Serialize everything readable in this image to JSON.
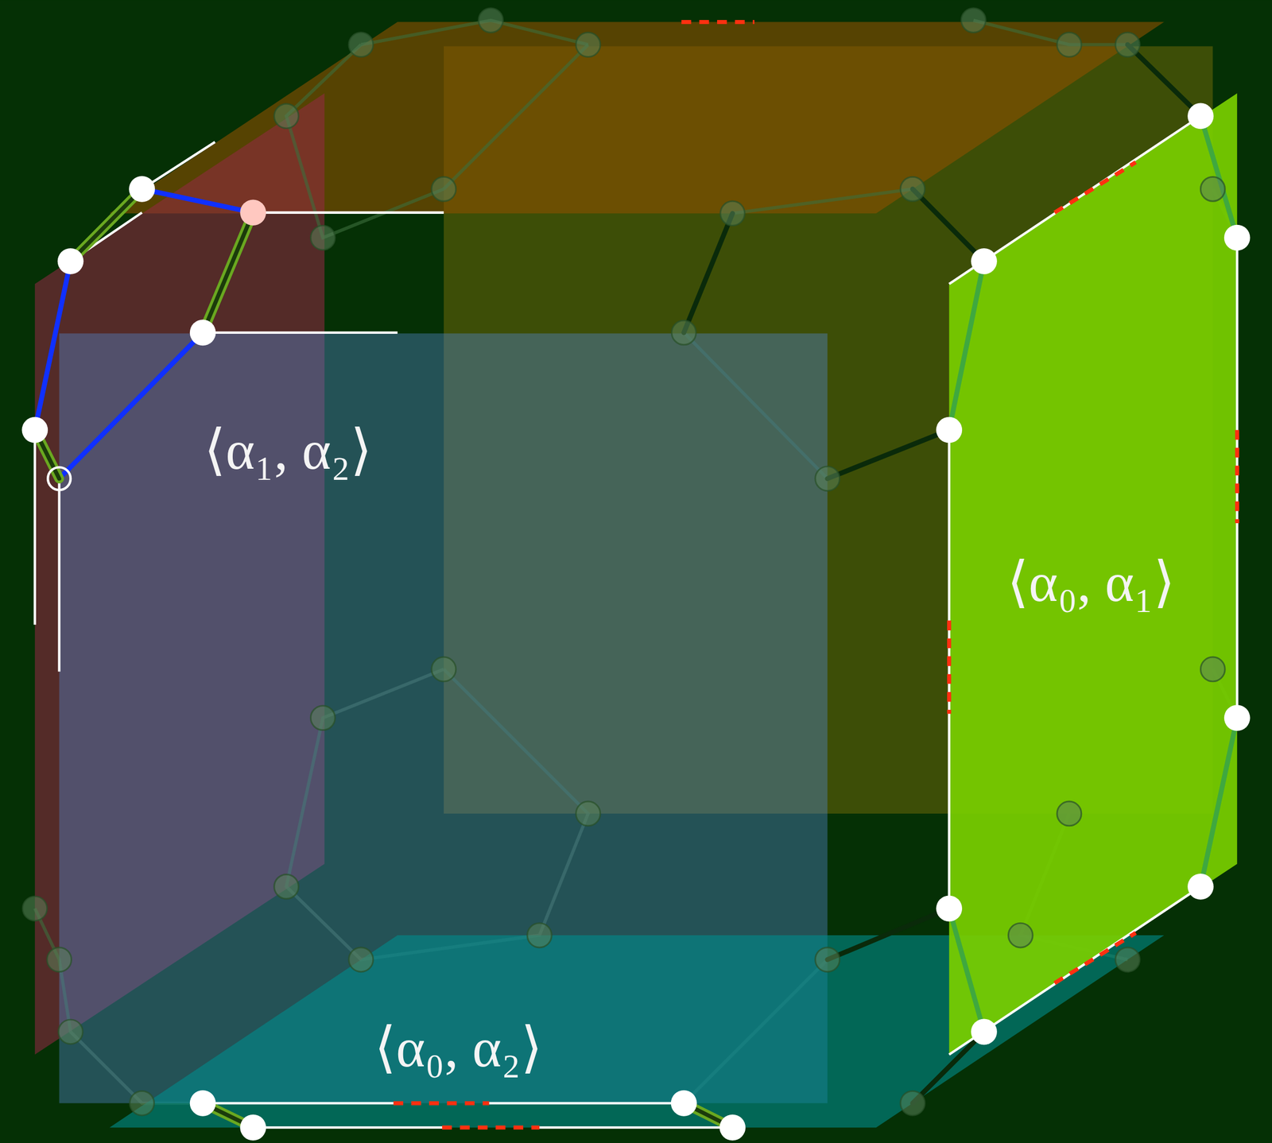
{
  "diagram": {
    "labels": [
      "⟨α₁, α₂⟩",
      "⟨α₀, α₁⟩",
      "⟨α₀, α₂⟩"
    ]
  }
}
